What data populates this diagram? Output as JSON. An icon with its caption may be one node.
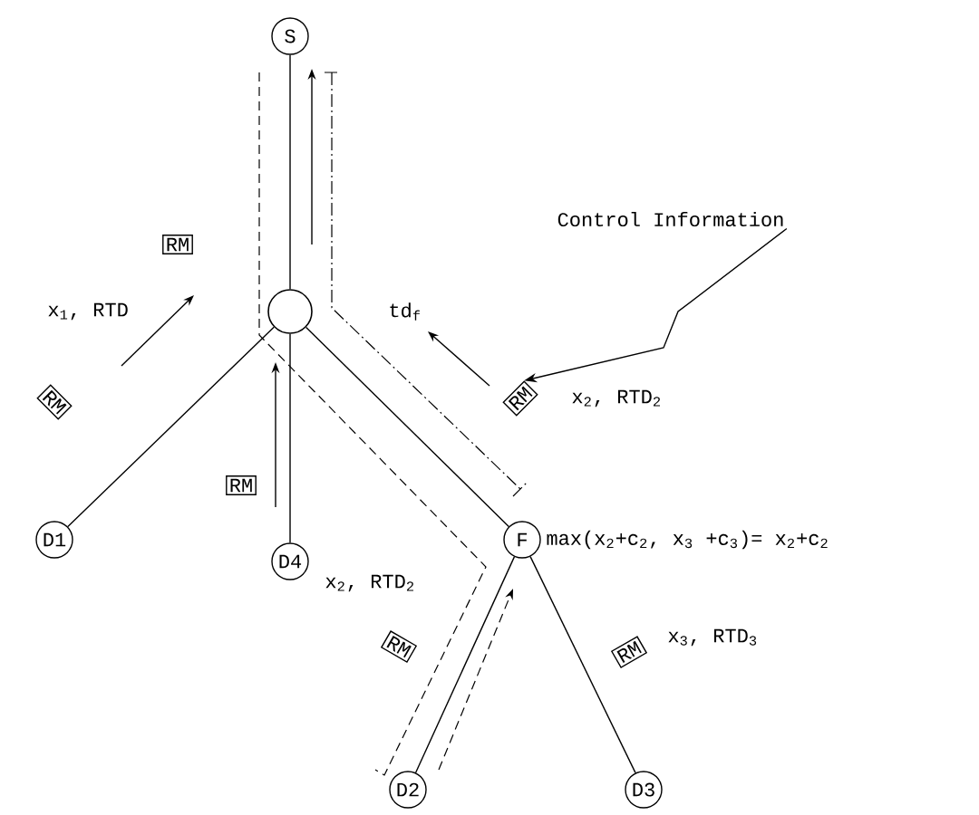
{
  "diagram": {
    "nodes": [
      {
        "text": [
          "S"
        ]
      },
      {
        "text": [],
        "shape": "circle"
      },
      {
        "text": [
          "D1"
        ]
      },
      {
        "text": [
          "D4"
        ]
      },
      {
        "text": [
          "F"
        ]
      },
      {
        "text": [
          "D2"
        ]
      },
      {
        "text": [
          "D3"
        ]
      },
      {
        "text": [
          "RM"
        ]
      },
      {
        "text": [
          "RM"
        ]
      },
      {
        "text": [
          "RM"
        ]
      },
      {
        "text": [
          "RM"
        ]
      },
      {
        "text": [
          "RM"
        ]
      },
      {
        "text": [
          "RM"
        ]
      },
      {
        "text": [
          "Control Information"
        ]
      }
    ],
    "edges": [
      {
        "from": 0,
        "to": 1,
        "arrow": "none"
      },
      {
        "from": 1,
        "to": 2,
        "arrow": "none"
      },
      {
        "from": 1,
        "to": 3,
        "arrow": "none"
      },
      {
        "from": 1,
        "to": 4,
        "arrow": "none"
      },
      {
        "from": 4,
        "to": 5,
        "arrow": "none"
      },
      {
        "from": 4,
        "to": 6,
        "arrow": "none"
      },
      {
        "from": 13,
        "to": 10,
        "arrow": "to"
      }
    ],
    "labels": [
      "x$_{1}$, RTD",
      "td$_{f}$",
      "x$_{2}$, RTD$_{2}$",
      "x$_{2}$, RTD$_{2}$",
      "max(x$_{2}$+c$_{2}$, x$_{3}$ +c$_{3}$)= x$_{2}$+c$_{2}$",
      "x$_{3}$, RTD$_{3}$"
    ]
  }
}
